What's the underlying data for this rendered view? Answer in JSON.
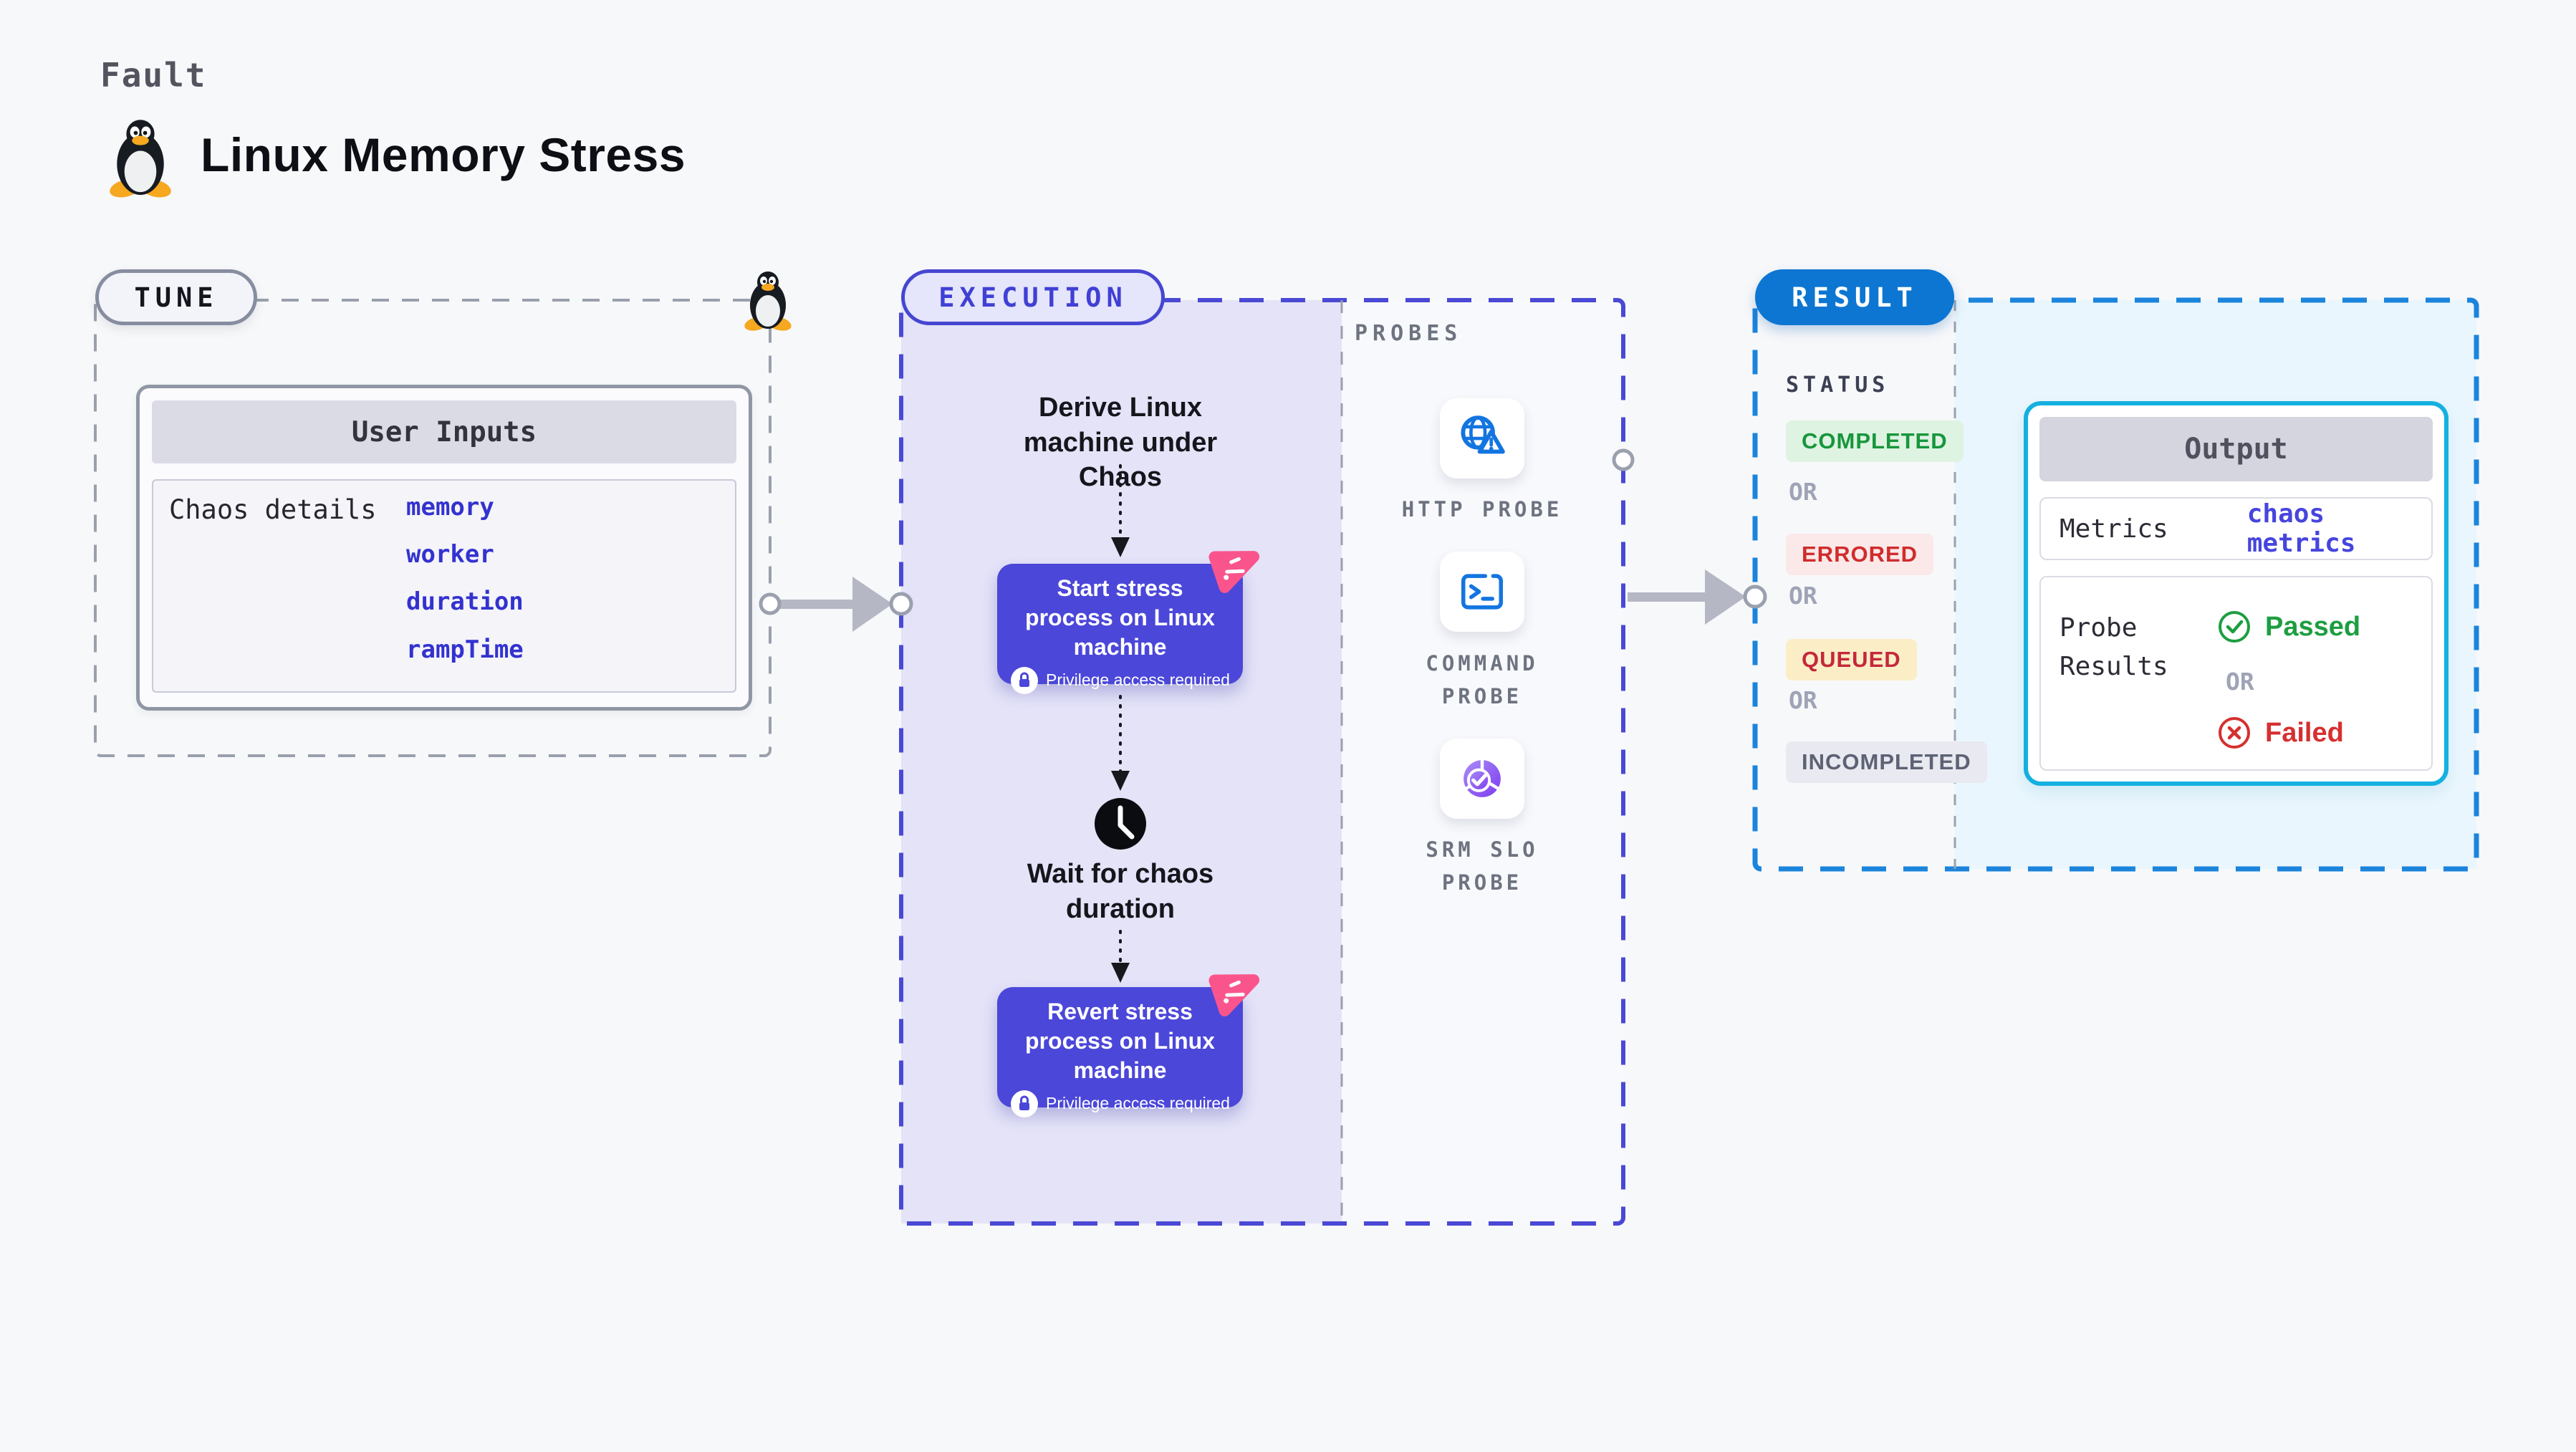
{
  "page": {
    "background": "#f7f8fa",
    "kicker": "Fault",
    "title": "Linux Memory Stress"
  },
  "tune": {
    "label": "TUNE",
    "panel": {
      "header": "User Inputs",
      "row_label": "Chaos details",
      "values": [
        "memory",
        "worker",
        "duration",
        "rampTime"
      ]
    }
  },
  "execution": {
    "label": "EXECUTION",
    "derive_text": "Derive Linux machine under Chaos",
    "wait_text": "Wait for chaos duration",
    "steps": [
      {
        "title": "Start stress process on Linux machine",
        "note": "Privilege access required"
      },
      {
        "title": "Revert stress process on Linux machine",
        "note": "Privilege access required"
      }
    ]
  },
  "probes": {
    "label": "PROBES",
    "items": [
      {
        "name": "HTTP PROBE",
        "icon": "globe-warning-icon"
      },
      {
        "name": "COMMAND PROBE",
        "icon": "terminal-icon"
      },
      {
        "name": "SRM SLO PROBE",
        "icon": "slo-pie-check-icon"
      }
    ]
  },
  "result": {
    "label": "RESULT",
    "status_header": "STATUS",
    "or_label": "OR",
    "statuses": [
      {
        "label": "COMPLETED",
        "kind": "success"
      },
      {
        "label": "ERRORED",
        "kind": "error"
      },
      {
        "label": "QUEUED",
        "kind": "queued"
      },
      {
        "label": "INCOMPLETED",
        "kind": "muted"
      }
    ],
    "output": {
      "header": "Output",
      "metrics_label": "Metrics",
      "metrics_value": "chaos metrics",
      "probe_results_label": "Probe Results",
      "passed_label": "Passed",
      "or_label": "OR",
      "failed_label": "Failed"
    }
  },
  "colors": {
    "page_bg": "#f7f8fa",
    "tune_dash": "#9aa0ac",
    "execution_dash": "#4a49d5",
    "execution_fill": "#e4e3f8",
    "result_dash": "#1b84dc",
    "result_fill": "#e9f6fd",
    "result_pill_bg": "#0c76d2",
    "step_box_bg": "#4b47d9",
    "litmus_pink": "#f9558c",
    "probe_icon_blue": "#1375e0",
    "slo_purple_start": "#a98df7",
    "slo_purple_end": "#7d3bef",
    "output_border_cyan": "#14b0e0",
    "completed_green": "#17963c",
    "errored_red": "#d02c2c",
    "queued_red": "#c4283c",
    "incompleted_gray": "#5d6274",
    "passed_green": "#1d9e41",
    "failed_red": "#d63030",
    "value_indigo": "#3332cf",
    "arrow_gray": "#b5b7c5"
  }
}
